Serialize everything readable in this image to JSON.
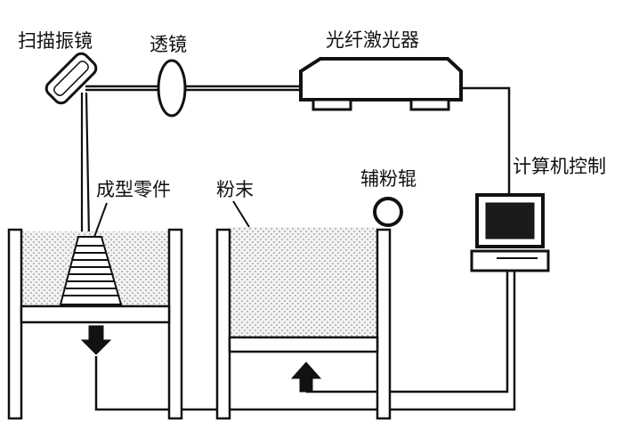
{
  "labels": {
    "galvo": "扫描振镜",
    "lens": "透镜",
    "laser": "光纤激光器",
    "computer": "计算机控制",
    "part": "成型零件",
    "powder": "粉末",
    "roller": "辅粉辊"
  },
  "colors": {
    "line": "#111111",
    "powder_fill": "#f3f3f3",
    "dot": "#7a7a7a",
    "screen": "#1a1a1a"
  }
}
